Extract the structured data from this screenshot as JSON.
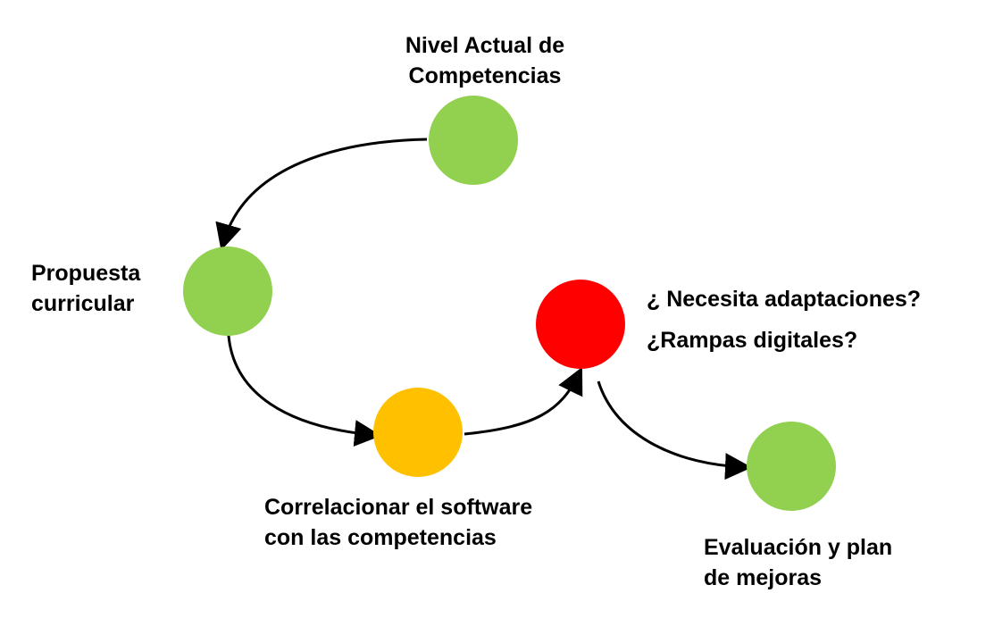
{
  "colors": {
    "green": "#92d050",
    "yellow": "#ffc000",
    "red": "#ff0000",
    "arrow": "#000000"
  },
  "nodes": [
    {
      "id": "nivel-actual",
      "color": "#92d050",
      "label_lines": [
        "Nivel  Actual de",
        "Competencias"
      ]
    },
    {
      "id": "propuesta",
      "color": "#92d050",
      "label_lines": [
        "Propuesta",
        "curricular"
      ]
    },
    {
      "id": "correlacionar",
      "color": "#ffc000",
      "label_lines": [
        "Correlacionar el software",
        "con las competencias"
      ]
    },
    {
      "id": "adaptaciones",
      "color": "#ff0000",
      "label_lines": [
        "¿ Necesita adaptaciones?",
        "¿Rampas digitales?"
      ]
    },
    {
      "id": "evaluacion",
      "color": "#92d050",
      "label_lines": [
        "Evaluación y plan",
        "de mejoras"
      ]
    }
  ],
  "edges": [
    {
      "from": "nivel-actual",
      "to": "propuesta"
    },
    {
      "from": "propuesta",
      "to": "correlacionar"
    },
    {
      "from": "correlacionar",
      "to": "adaptaciones"
    },
    {
      "from": "adaptaciones",
      "to": "evaluacion"
    }
  ]
}
